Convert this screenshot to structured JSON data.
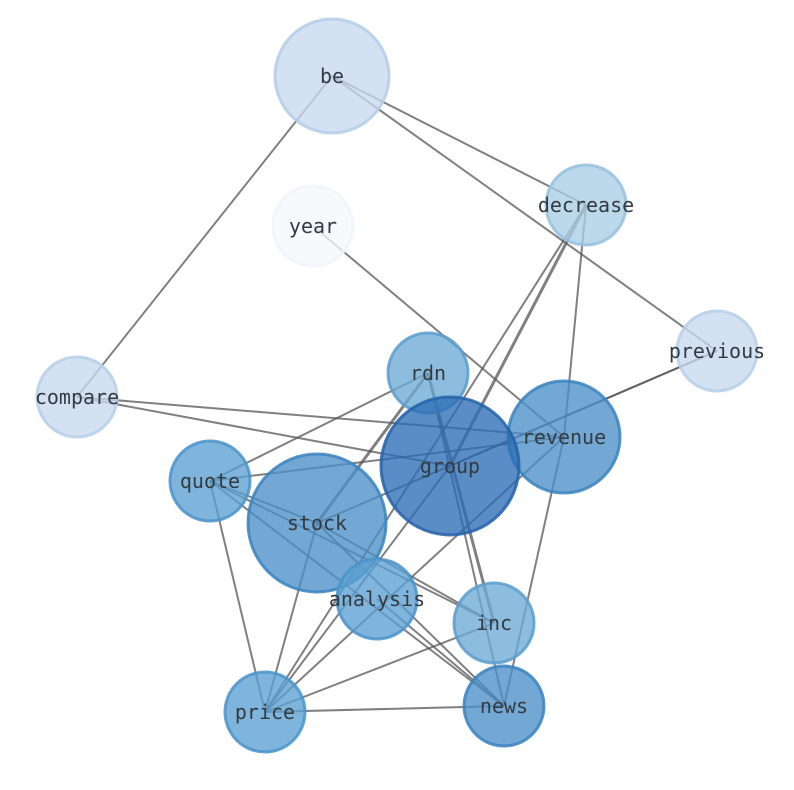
{
  "nodes": [
    {
      "id": "be",
      "label": "be",
      "weight": 1.0,
      "color": "#c6d9ee",
      "stroke": "#b4cde8"
    },
    {
      "id": "decrease",
      "label": "decrease",
      "weight": 0.5,
      "color": "#a9cde6",
      "stroke": "#95c1df"
    },
    {
      "id": "year",
      "label": "year",
      "weight": 0.5,
      "color": "#f4f8fd",
      "stroke": "#f0f5fc"
    },
    {
      "id": "previous",
      "label": "previous",
      "weight": 0.5,
      "color": "#c6d9ee",
      "stroke": "#b6cfe8"
    },
    {
      "id": "compare",
      "label": "compare",
      "weight": 0.5,
      "color": "#c6d9ee",
      "stroke": "#b6cfe8"
    },
    {
      "id": "rdn",
      "label": "rdn",
      "weight": 0.5,
      "color": "#6caad6",
      "stroke": "#5a9ccf"
    },
    {
      "id": "revenue",
      "label": "revenue",
      "weight": 0.95,
      "color": "#4a90c7",
      "stroke": "#3a83bf"
    },
    {
      "id": "group",
      "label": "group",
      "weight": 1.3,
      "color": "#2c6db5",
      "stroke": "#2562a8"
    },
    {
      "id": "quote",
      "label": "quote",
      "weight": 0.5,
      "color": "#5ba0d2",
      "stroke": "#4b93ca"
    },
    {
      "id": "stock",
      "label": "stock",
      "weight": 1.3,
      "color": "#4a90c7",
      "stroke": "#3a83bf"
    },
    {
      "id": "analysis",
      "label": "analysis",
      "weight": 0.5,
      "color": "#5ba0d2",
      "stroke": "#4b93ca"
    },
    {
      "id": "inc",
      "label": "inc",
      "weight": 0.5,
      "color": "#6caad6",
      "stroke": "#5a9ccf"
    },
    {
      "id": "price",
      "label": "price",
      "weight": 0.5,
      "color": "#5ba0d2",
      "stroke": "#4b93ca"
    },
    {
      "id": "news",
      "label": "news",
      "weight": 0.5,
      "color": "#4a90c7",
      "stroke": "#3a83bf"
    }
  ],
  "edges": [
    {
      "source": "be",
      "target": "decrease",
      "weight": 1
    },
    {
      "source": "be",
      "target": "previous",
      "weight": 1
    },
    {
      "source": "be",
      "target": "compare",
      "weight": 1
    },
    {
      "source": "decrease",
      "target": "group",
      "weight": 2
    },
    {
      "source": "decrease",
      "target": "revenue",
      "weight": 1
    },
    {
      "source": "decrease",
      "target": "price",
      "weight": 1
    },
    {
      "source": "year",
      "target": "revenue",
      "weight": 1
    },
    {
      "source": "previous",
      "target": "group",
      "weight": 1
    },
    {
      "source": "previous",
      "target": "stock",
      "weight": 1
    },
    {
      "source": "compare",
      "target": "revenue",
      "weight": 1
    },
    {
      "source": "compare",
      "target": "group",
      "weight": 1
    },
    {
      "source": "rdn",
      "target": "quote",
      "weight": 1
    },
    {
      "source": "rdn",
      "target": "stock",
      "weight": 2
    },
    {
      "source": "rdn",
      "target": "inc",
      "weight": 2
    },
    {
      "source": "rdn",
      "target": "news",
      "weight": 1
    },
    {
      "source": "revenue",
      "target": "quote",
      "weight": 1
    },
    {
      "source": "revenue",
      "target": "price",
      "weight": 1
    },
    {
      "source": "revenue",
      "target": "news",
      "weight": 1
    },
    {
      "source": "group",
      "target": "price",
      "weight": 1
    },
    {
      "source": "quote",
      "target": "stock",
      "weight": 1
    },
    {
      "source": "quote",
      "target": "inc",
      "weight": 1
    },
    {
      "source": "quote",
      "target": "news",
      "weight": 1
    },
    {
      "source": "quote",
      "target": "price",
      "weight": 1
    },
    {
      "source": "stock",
      "target": "price",
      "weight": 1
    },
    {
      "source": "stock",
      "target": "news",
      "weight": 1
    },
    {
      "source": "stock",
      "target": "inc",
      "weight": 1
    },
    {
      "source": "analysis",
      "target": "news",
      "weight": 1
    },
    {
      "source": "inc",
      "target": "price",
      "weight": 1
    },
    {
      "source": "price",
      "target": "news",
      "weight": 1
    }
  ]
}
